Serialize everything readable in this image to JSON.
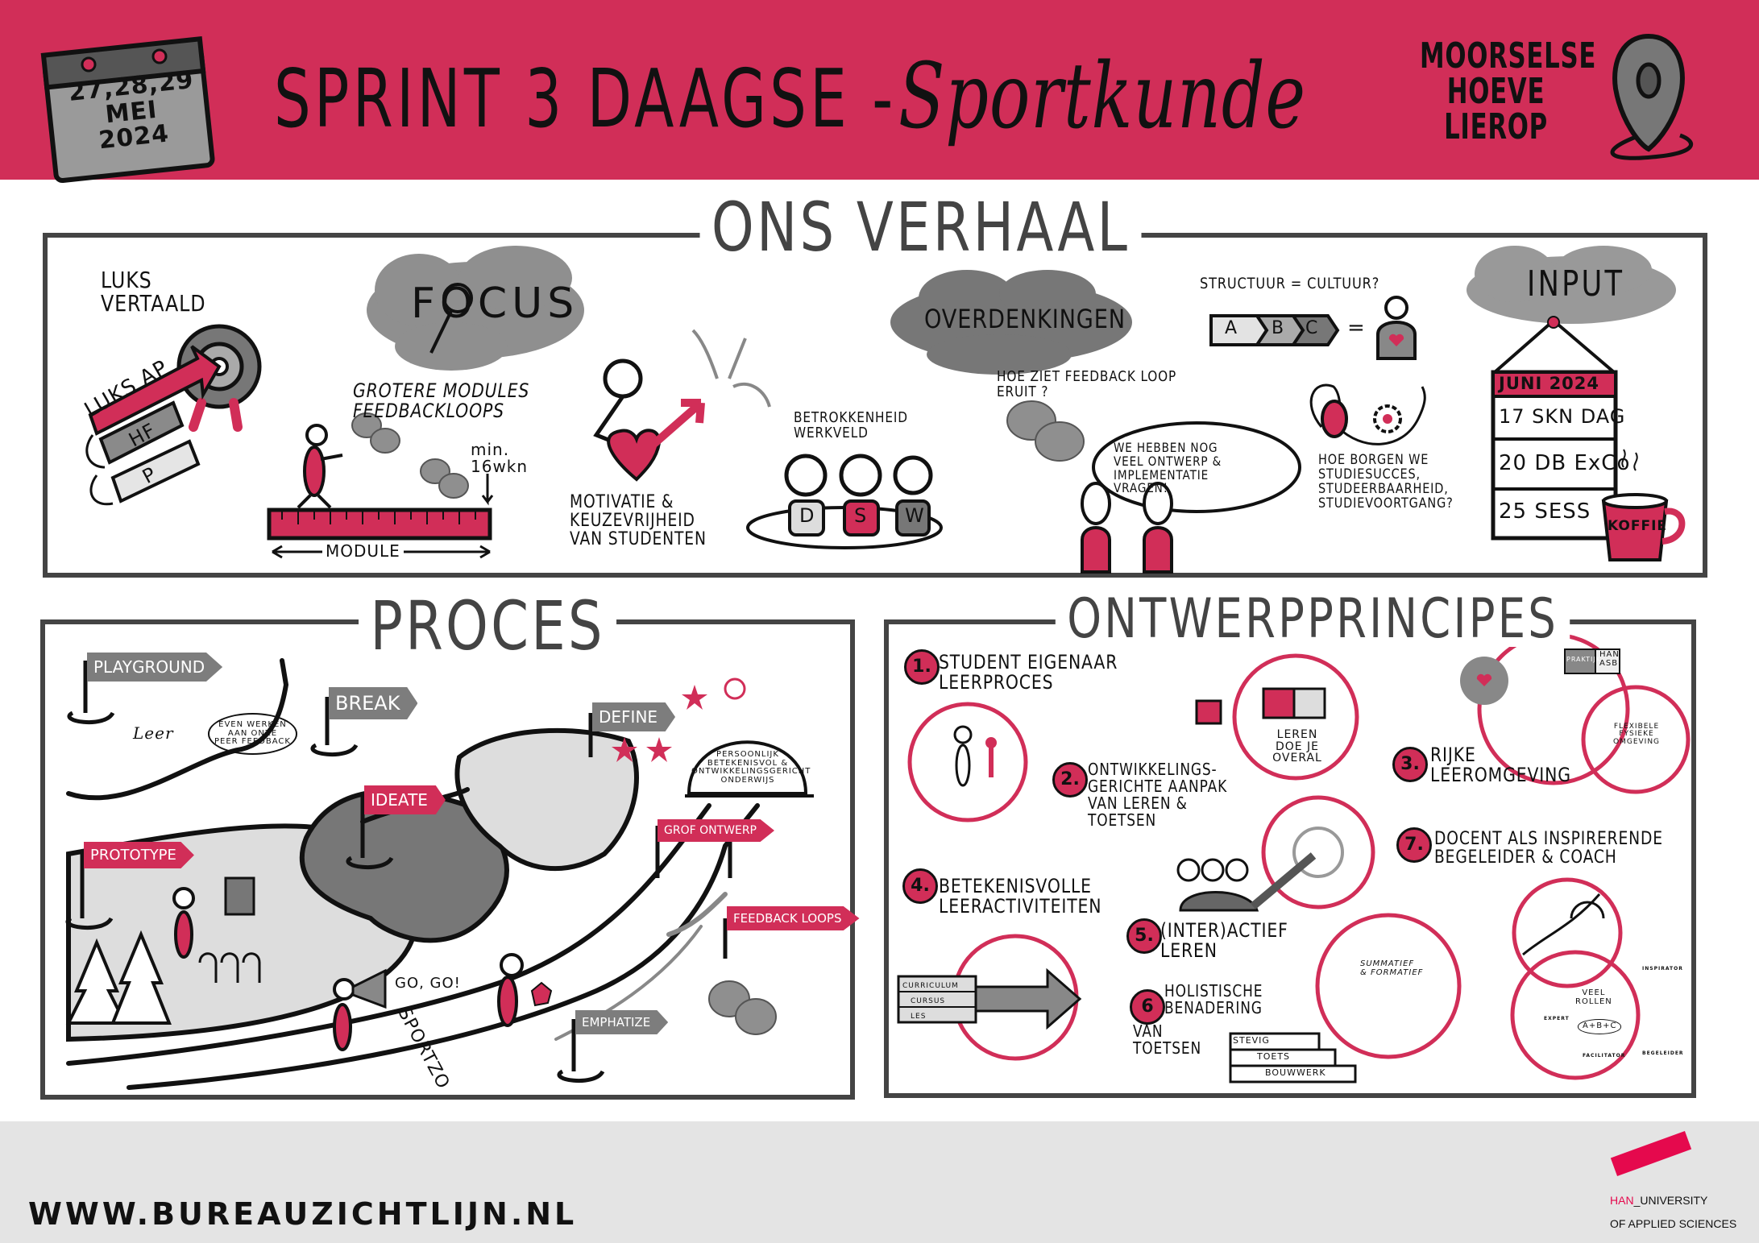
{
  "header": {
    "date": "27,28,29\nMEI\n2024",
    "title_main": "SPRINT 3 DAAGSE -",
    "title_script": "Sportkunde",
    "location": "MOORSELSE\nHOEVE\nLIEROP"
  },
  "ons_verhaal": {
    "title": "ONS VERHAAL",
    "luks_vertaald": "LUKS\nVERTAALD",
    "luks_ap": "LUKS AP",
    "hf": "HF",
    "p": "P",
    "focus": "FOCUS",
    "grotere_modules": "GROTERE MODULES\n        FEEDBACKLOOPS",
    "min_wkn": "min.\n16wkn",
    "module": "MODULE",
    "motivatie": "MOTIVATIE &\n KEUZEVRIJHEID\n  VAN STUDENTEN",
    "betrokkenheid": "BETROKKENHEID\n        WERKVELD",
    "dsw": [
      "D",
      "S",
      "W"
    ],
    "overdenkingen": "OVERDENKINGEN",
    "feedback_question": "HOE ZIET FEEDBACK LOOP\n                ERUIT ?",
    "speech": "WE HEBBEN NOG\nVEEL ONTWERP &\n      IMPLEMENTATIE\n           VRAGEN!",
    "structuur": "STRUCTUUR = CULTUUR?",
    "abc": [
      "A",
      "B",
      "C"
    ],
    "equals": "=",
    "borgen": "HOE BORGEN WE\n STUDIESUCCES,\nSTUDEERBAARHEID,\nSTUDIEVOORTGANG?",
    "input": "INPUT",
    "calendar_header": "JUNI 2024",
    "calendar_rows": [
      "17  SKN DAG",
      "20  DB ExCo",
      "25  SESS"
    ],
    "koffie": "KOFFIE"
  },
  "proces": {
    "title": "PROCES",
    "flags": {
      "playground": "PLAYGROUND",
      "break": "BREAK",
      "define": "DEFINE",
      "ideate": "IDEATE",
      "prototype": "PROTOTYPE",
      "grof_ontwerp": "GROF ONTWERP",
      "feedback_loops": "FEEDBACK LOOPS",
      "emphatize": "EMPHATIZE"
    },
    "leer": "Leer",
    "peer_feedback": "EVEN WERKEN\nAAN ONZE\nPEER FEEDBACK",
    "dome": "PERSOONLIJK\nBETEKENISVOL &\nONTWIKKELINGSGERICHT\nONDERWIJS",
    "go_go": "GO, GO!",
    "sportzo": "SPORTZO"
  },
  "ontwerpprincipes": {
    "title": "ONTWERPPRINCIPES",
    "items": [
      {
        "num": "1.",
        "label": "STUDENT EIGENAAR\nLEERPROCES"
      },
      {
        "num": "2.",
        "label": "ONTWIKKELINGS-\nGERICHTE AANPAK\nVAN LEREN &\nTOETSEN"
      },
      {
        "num": "3.",
        "label": "RIJKE\nLEEROMGEVING"
      },
      {
        "num": "4.",
        "label": "BETEKENISVOLLE\nLEERACTIVITEITEN"
      },
      {
        "num": "5.",
        "label": "(INTER)ACTIEF\n  LEREN"
      },
      {
        "num": "6",
        "label": "HOLISTISCHE\nBENADERING"
      },
      {
        "num": "7.",
        "label": "DOCENT ALS INSPIRERENDE\nBEGELEIDER & COACH"
      }
    ],
    "van_toetsen": "VAN\nTOETSEN",
    "leren_overal": "LEREN\nDOE JE\nOVERAL",
    "praktijk": "PRAKTIJK",
    "han_asb": "HAN\nASB",
    "flexibele": "FLEXIBELE\nFYSIEKE\nOMGEVING",
    "curriculum_rows": [
      "CURRICULUM",
      "CURSUS",
      "LES"
    ],
    "summatief": "SUMMATIEF\n& FORMATIEF",
    "steps": [
      "STEVIG",
      "TOETS",
      "BOUWWERK"
    ],
    "veel_rollen": "VEEL\nROLLEN",
    "abc_sum": "A+B+C",
    "roles": [
      "EXPERT",
      "FACILITATOR",
      "BEGELEIDER",
      "INSPIRATOR"
    ]
  },
  "footer": {
    "url": "WWW.BUREAUZICHTLIJN.NL",
    "logo_han": "HAN",
    "logo_rest": "_UNIVERSITY",
    "logo_line2": "OF APPLIED SCIENCES"
  },
  "colors": {
    "accent": "#d12e58",
    "dark_grey": "#555555",
    "mid_grey": "#8f8f8f",
    "light_grey": "#dddddd",
    "footer_bg": "#e4e4e4"
  }
}
